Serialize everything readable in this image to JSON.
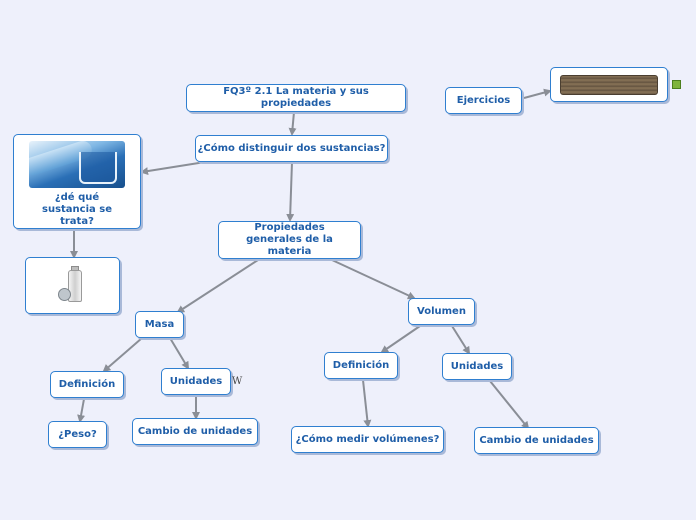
{
  "nodes": {
    "title": "FQ3º 2.1 La materia y sus propiedades",
    "como_distinguir": "¿Cómo distinguir dos sustancias?",
    "de_que_sustancia": "¿dé qué sustancia se trata?",
    "propiedades": "Propiedades generales de la materia",
    "masa": "Masa",
    "volumen": "Volumen",
    "masa_definicion": "Definición",
    "masa_unidades": "Unidades",
    "peso": "¿Peso?",
    "masa_cambio": "Cambio de unidades",
    "vol_definicion": "Definición",
    "vol_unidades": "Unidades",
    "medir_volumenes": "¿Cómo medir volúmenes?",
    "vol_cambio": "Cambio de unidades",
    "ejercicios": "Ejercicios"
  },
  "misc": {
    "w_mark": "W"
  },
  "colors": {
    "node_border": "#2f7fd0",
    "node_text": "#1f5ea8",
    "edge": "#8a8e96",
    "background": "#eef0fb"
  },
  "icons": {
    "water_image": "water-pouring-photo",
    "bottle_image": "bottle-and-ball-image",
    "exercise_image": "exercise-thumbnail",
    "attachment": "attachment-icon"
  }
}
